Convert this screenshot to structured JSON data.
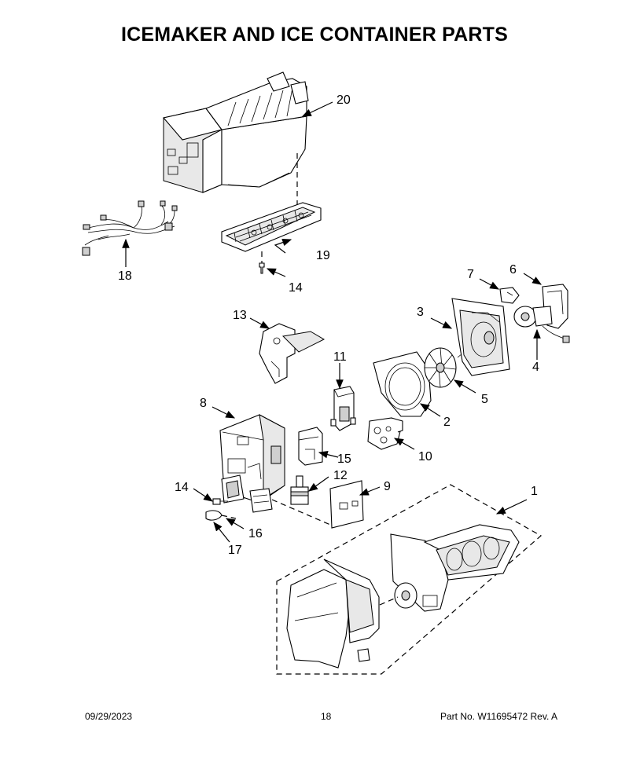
{
  "title": "ICEMAKER AND ICE CONTAINER PARTS",
  "callouts": {
    "c1": "1",
    "c2": "2",
    "c3": "3",
    "c4": "4",
    "c5": "5",
    "c6": "6",
    "c7": "7",
    "c8": "8",
    "c9": "9",
    "c10": "10",
    "c11": "11",
    "c12": "12",
    "c13": "13",
    "c14a": "14",
    "c14b": "14",
    "c15": "15",
    "c16": "16",
    "c17": "17",
    "c18": "18",
    "c19": "19",
    "c20": "20"
  },
  "footer": {
    "date": "09/29/2023",
    "page": "18",
    "part": "Part No.  W11695472  Rev.  A"
  }
}
